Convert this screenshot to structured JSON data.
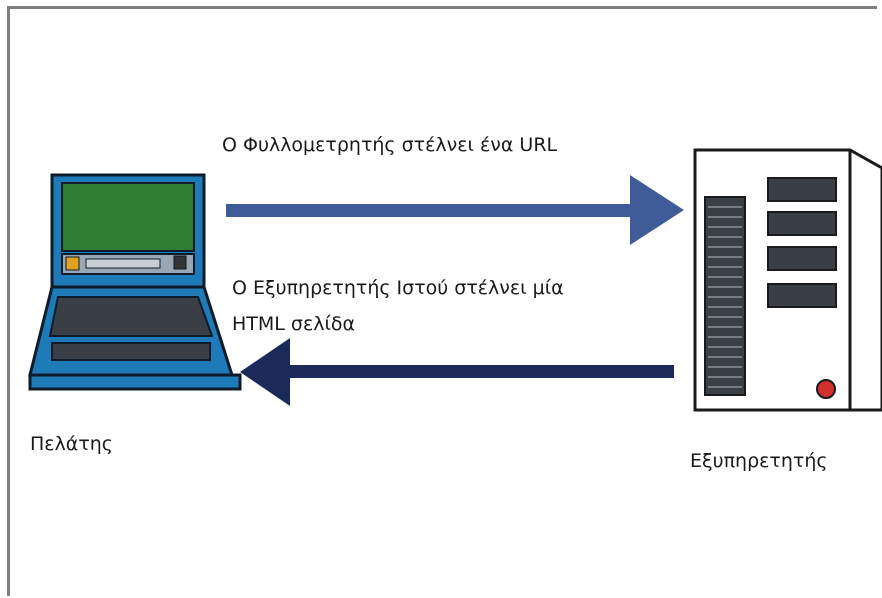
{
  "request_label": "Ο Φυλλομετρητής στέλνει ένα URL",
  "response_label_line1": "Ο Εξυπηρετητής Ιστού στέλνει μία",
  "response_label_line2": "HTML σελίδα",
  "client_label": "Πελάτης",
  "server_label": "Εξυπηρετητής",
  "icons": {
    "client": "laptop-icon",
    "server": "server-tower-icon"
  },
  "colors": {
    "request_arrow": "#3f5c98",
    "response_arrow": "#1c2a5a",
    "laptop_screen": "#2e7d32",
    "laptop_body": "#1f7ab8"
  }
}
